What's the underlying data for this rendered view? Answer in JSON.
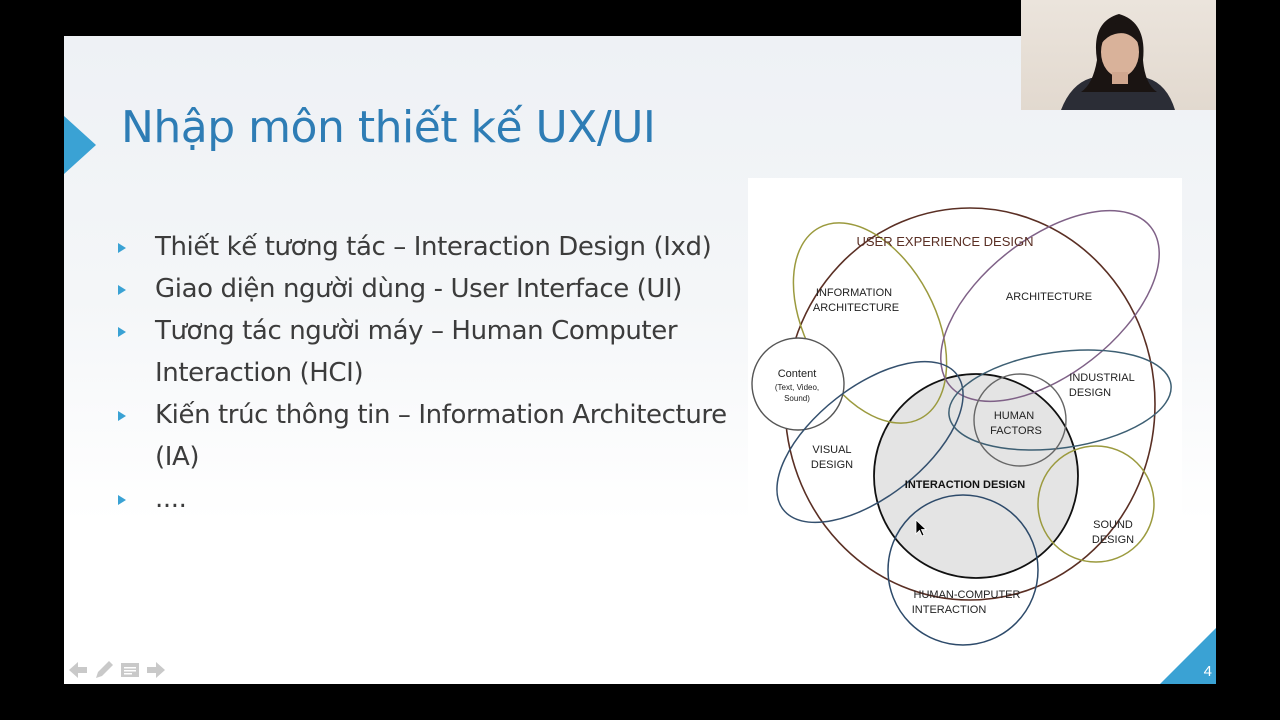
{
  "slide": {
    "title": "Nhập môn thiết kế UX/UI",
    "page_number": "4",
    "bullets": [
      "Thiết kế tương tác – Interaction Design (Ixd)",
      "Giao diện người dùng - User Interface (UI)",
      "Tương tác người máy – Human Computer Interaction (HCI)",
      "Kiến trúc thông tin – Information Architecture (IA)",
      "...."
    ]
  },
  "diagram": {
    "labels": {
      "ux": "USER EXPERIENCE DESIGN",
      "info_arch_1": "INFORMATION",
      "info_arch_2": "ARCHITECTURE",
      "architecture": "ARCHITECTURE",
      "content_1": "Content",
      "content_2": "(Text, Video,",
      "content_3": "Sound)",
      "industrial_1": "INDUSTRIAL",
      "industrial_2": "DESIGN",
      "human_1": "HUMAN",
      "human_2": "FACTORS",
      "visual_1": "VISUAL",
      "visual_2": "DESIGN",
      "interaction": "INTERACTION DESIGN",
      "sound_1": "SOUND",
      "sound_2": "DESIGN",
      "hci_1": "HUMAN-COMPUTER",
      "hci_2": "INTERACTION"
    }
  },
  "controls": {
    "icons": [
      "arrow-left-icon",
      "pen-icon",
      "menu-icon",
      "arrow-right-icon"
    ]
  },
  "webcam": {
    "subject": "presenter-video"
  },
  "colors": {
    "accent": "#3aa2d4",
    "title": "#2e7db5",
    "text": "#3c3c3c"
  }
}
